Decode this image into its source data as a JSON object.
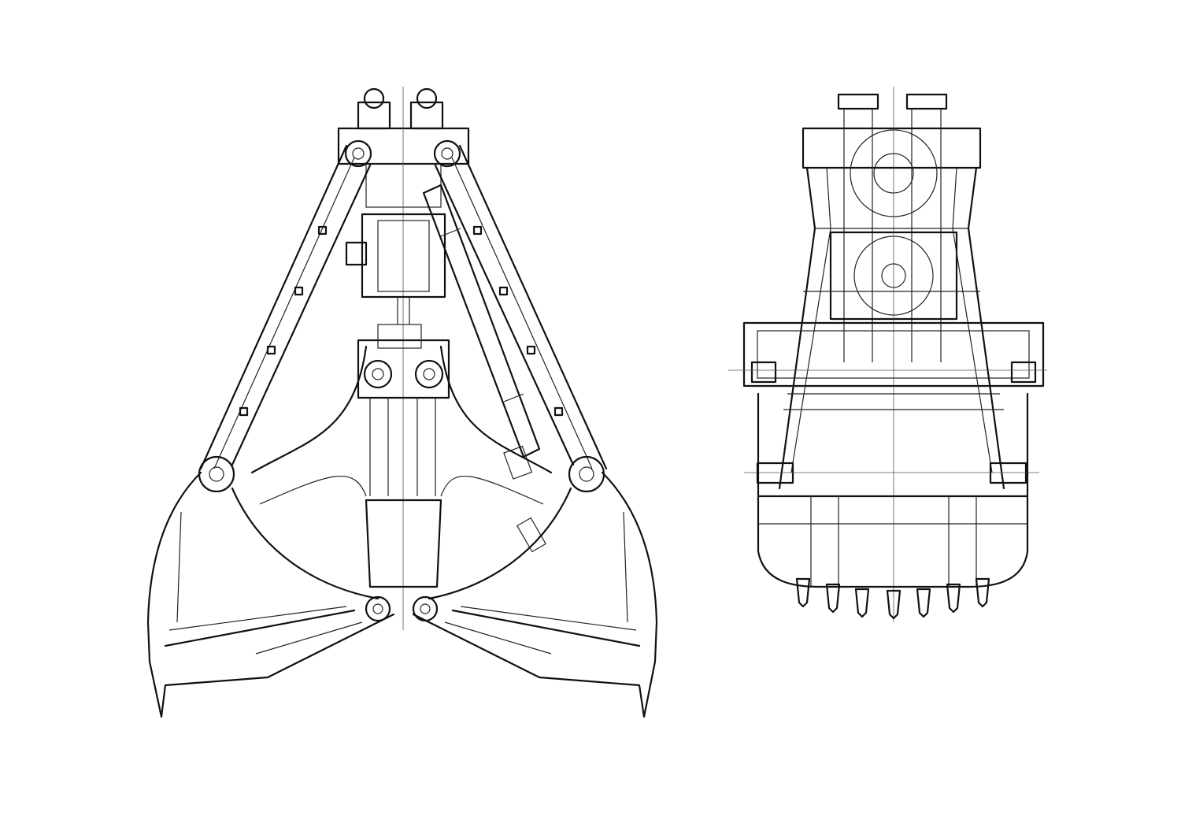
{
  "drawing": {
    "views": [
      "side-view",
      "front-view"
    ],
    "colors": {
      "line": "#111111",
      "background": "#ffffff"
    },
    "front_view_teeth_count": 7
  }
}
